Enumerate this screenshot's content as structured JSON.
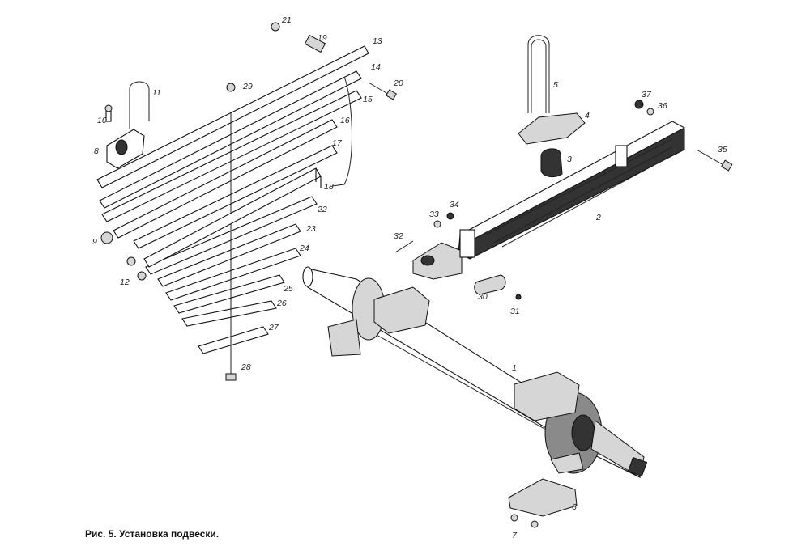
{
  "caption": "Рис. 5. Установка подвески.",
  "callouts": {
    "c1": "1",
    "c2": "2",
    "c3": "3",
    "c4": "4",
    "c5": "5",
    "c6": "6",
    "c7": "7",
    "c8": "8",
    "c9": "9",
    "c10": "10",
    "c11": "11",
    "c12": "12",
    "c13": "13",
    "c14": "14",
    "c15": "15",
    "c16": "16",
    "c17": "17",
    "c18": "18",
    "c19": "19",
    "c20": "20",
    "c21": "21",
    "c22": "22",
    "c23": "23",
    "c24": "24",
    "c25": "25",
    "c26": "26",
    "c27": "27",
    "c28": "28",
    "c29": "29",
    "c30": "30",
    "c31": "31",
    "c32": "32",
    "c33": "33",
    "c34": "34",
    "c35": "35",
    "c36": "36",
    "c37": "37"
  }
}
